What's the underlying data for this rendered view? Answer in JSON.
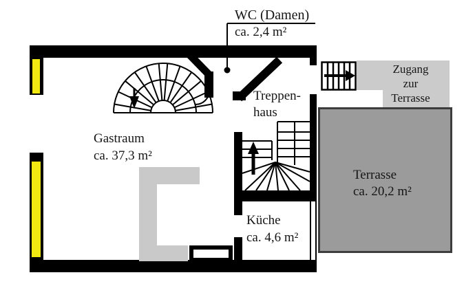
{
  "document_type": "floor-plan",
  "colors": {
    "wall": "#000000",
    "window_yellow": "#f2e913",
    "counter_gray": "#c9c9c9",
    "zugang_gray": "#cbcbcb",
    "terrasse_gray": "#9b9b9b",
    "terrasse_border": "#3d3d3d",
    "paper": "#ffffff"
  },
  "labels": {
    "wc": {
      "title": "WC (Damen)",
      "area": "ca. 2,4 m²"
    },
    "gastraum": {
      "name": "Gastraum",
      "area": "ca. 37,3 m²"
    },
    "treppenhaus": {
      "line1": "Treppen-",
      "line2": "haus"
    },
    "kueche": {
      "name": "Küche",
      "area": "ca. 4,6 m²"
    },
    "terrasse": {
      "name": "Terrasse",
      "area": "ca. 20,2 m²"
    },
    "zugang": {
      "line1": "Zugang",
      "line2": "zur",
      "line3": "Terrasse"
    }
  },
  "icons": {
    "spiral_stair_arrow": "down-arrow",
    "winder_stair_arrow": "up-arrow",
    "exterior_stair_arrow": "right-arrow",
    "wc_leader": "callout-dot"
  }
}
